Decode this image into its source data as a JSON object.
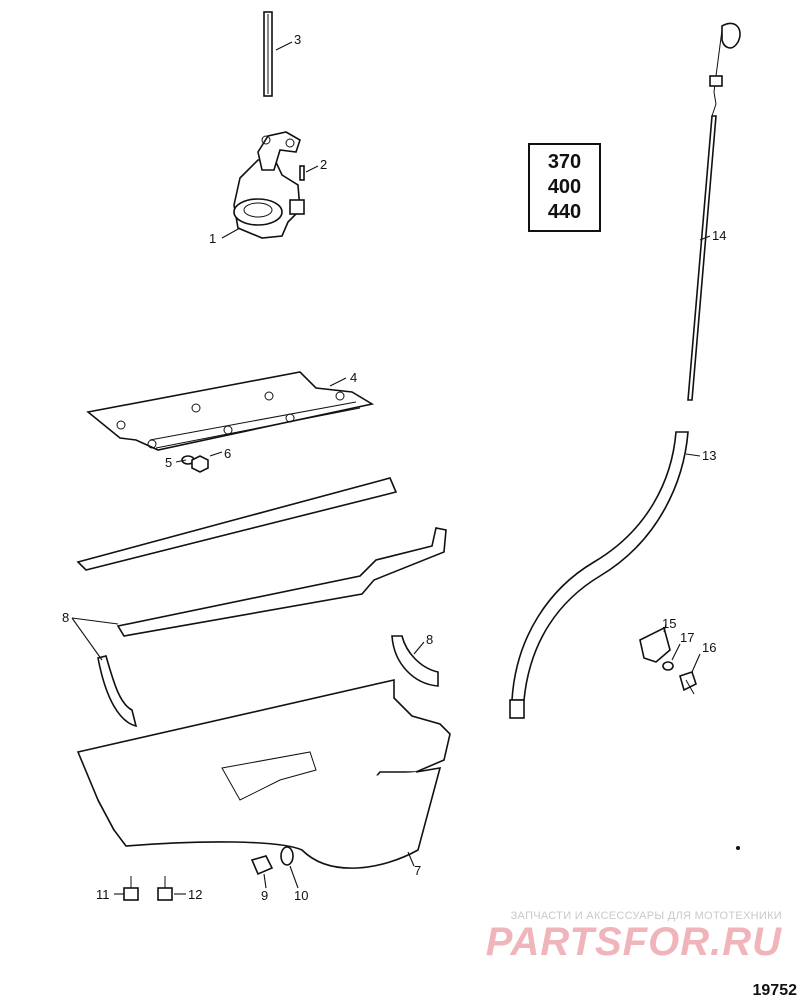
{
  "model_box": {
    "lines": [
      "370",
      "400",
      "440"
    ]
  },
  "callouts": {
    "c1": "1",
    "c2": "2",
    "c3": "3",
    "c4": "4",
    "c5": "5",
    "c6": "6",
    "c7": "7",
    "c8a": "8",
    "c8b": "8",
    "c9": "9",
    "c10": "10",
    "c11": "11",
    "c12": "12",
    "c13": "13",
    "c14": "14",
    "c15": "15",
    "c16": "16",
    "c17": "17"
  },
  "watermark": {
    "top": "ЗАПЧАСТИ И АКСЕССУАРЫ ДЛЯ МОТОТЕХНИКИ",
    "logo": "PARTSFOR.RU"
  },
  "drawing_number": "19752"
}
